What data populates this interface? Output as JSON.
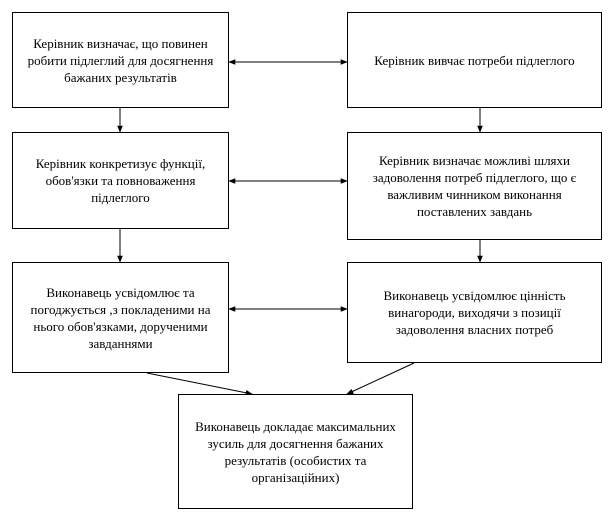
{
  "diagram": {
    "boxes": {
      "b1": "Керівник визначає, що повинен робити підлеглий для досягнення бажаних результатів",
      "b2": "Керівник вивчає потреби підлеглого",
      "b3": "Керівник конкретизує функції, обов'язки та повноваження підлеглого",
      "b4": "Керівник визначає можливі шляхи задоволення потреб підлеглого, що є важливим чинником виконання поставлених завдань",
      "b5": "Виконавець усвідомлює та погоджується ,з покладеними на нього обов'язками, дорученими завданнями",
      "b6": "Виконавець усвідомлює цінність винагороди, виходячи з позиції задоволення власних потреб",
      "b7": "Виконавець докладає максимальних зусиль для досягнення бажаних результатів (особистих та організаційних)"
    }
  }
}
